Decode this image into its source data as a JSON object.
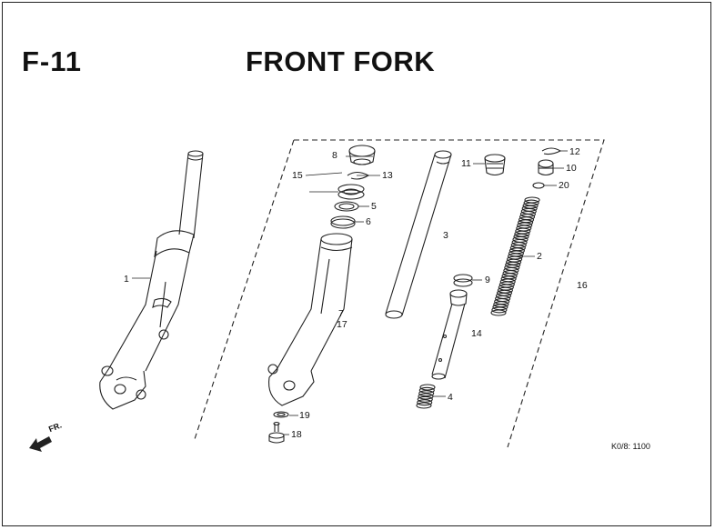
{
  "header": {
    "section_code": "F-11",
    "title": "FRONT FORK"
  },
  "diagram": {
    "reference_code": "K0/8: 1100",
    "direction_label": "FR.",
    "part_callouts": [
      "1",
      "2",
      "3",
      "4",
      "5",
      "6",
      "7",
      "8",
      "9",
      "10",
      "11",
      "12",
      "13",
      "14",
      "15",
      "16",
      "17",
      "18",
      "19",
      "20"
    ]
  },
  "colors": {
    "line": "#222222",
    "background": "#ffffff"
  }
}
